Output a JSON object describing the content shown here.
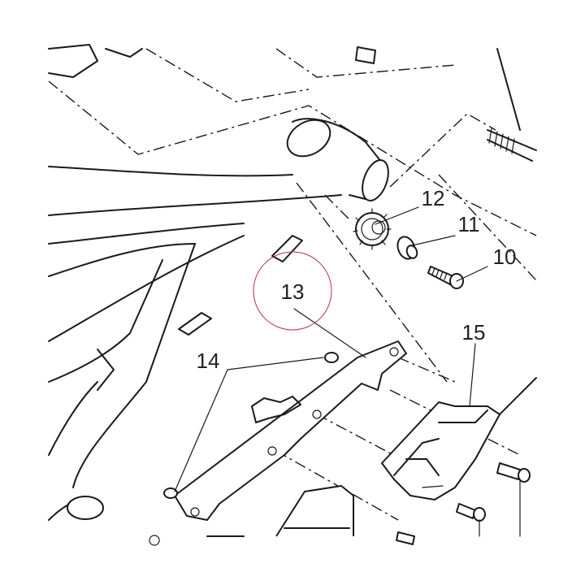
{
  "callouts": {
    "c10": "10",
    "c11": "11",
    "c12": "12",
    "c13": "13",
    "c14": "14",
    "c15": "15"
  },
  "highlight_color": "#b0304a"
}
